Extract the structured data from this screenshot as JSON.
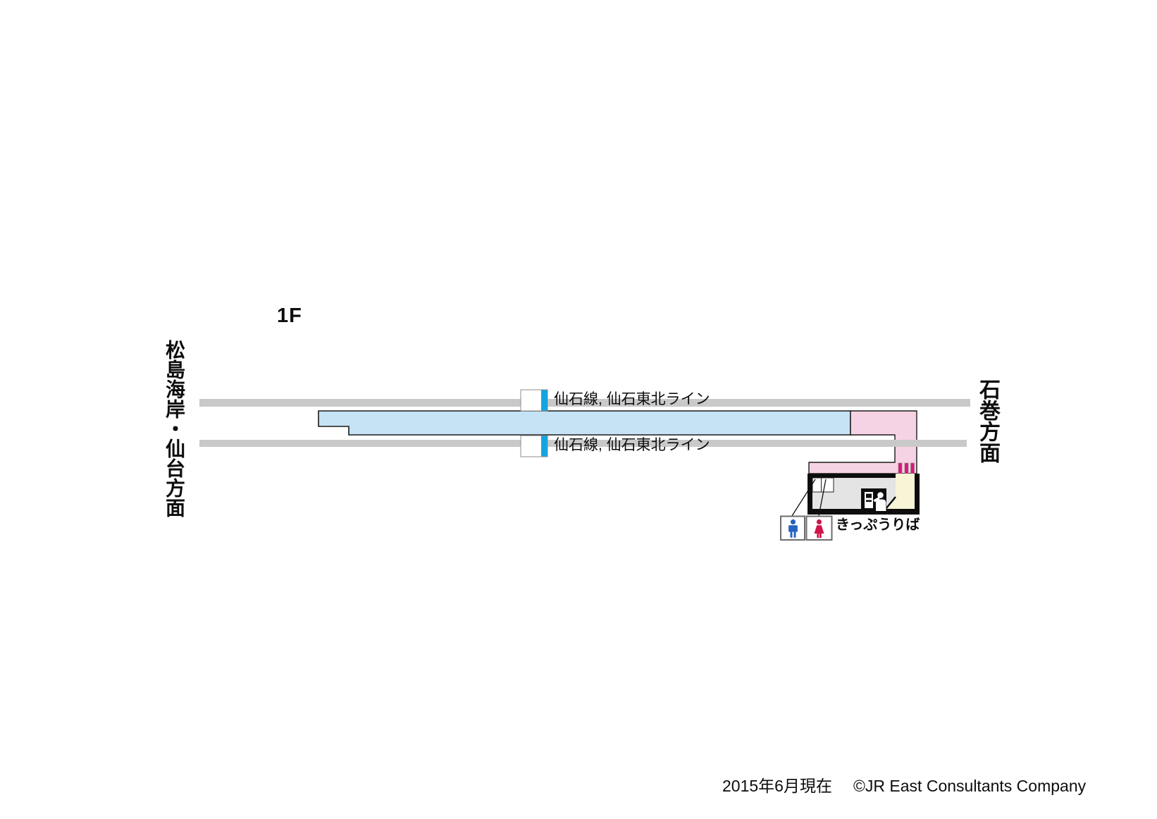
{
  "floor": {
    "label": "1F"
  },
  "directions": {
    "left": "松島海岸・仙台方面",
    "right": "石巻方面"
  },
  "tracks": {
    "top": {
      "label": "仙石線, 仙石東北ライン"
    },
    "bottom": {
      "label": "仙石線, 仙石東北ライン"
    }
  },
  "facilities": {
    "ticket_office": "きっぷうりば"
  },
  "icons": {
    "male_toilet": "male-pictogram",
    "female_toilet": "female-pictogram",
    "fare_gates": "three-gate-bars",
    "ticket_machine": "ticket-machine-with-attendant",
    "line_marker": "white-box-blue-stripe"
  },
  "footer": {
    "date": "2015年6月現在",
    "copyright": "©JR East Consultants Company"
  },
  "colors": {
    "platform_blue": "#c6e3f5",
    "corridor_pink": "#f6d3e4",
    "gate_magenta": "#dc1678",
    "waiting_cream": "#f8f4d6",
    "track_gray": "#c9c9c9",
    "marker_stripe_blue": "#15a5de",
    "building_black": "#0d0d0d",
    "building_gray": "#e4e4e4",
    "toilet_male_blue": "#2363c1",
    "toilet_female_red": "#d0164a",
    "outline_black": "#1a1a1a",
    "white": "#ffffff"
  }
}
